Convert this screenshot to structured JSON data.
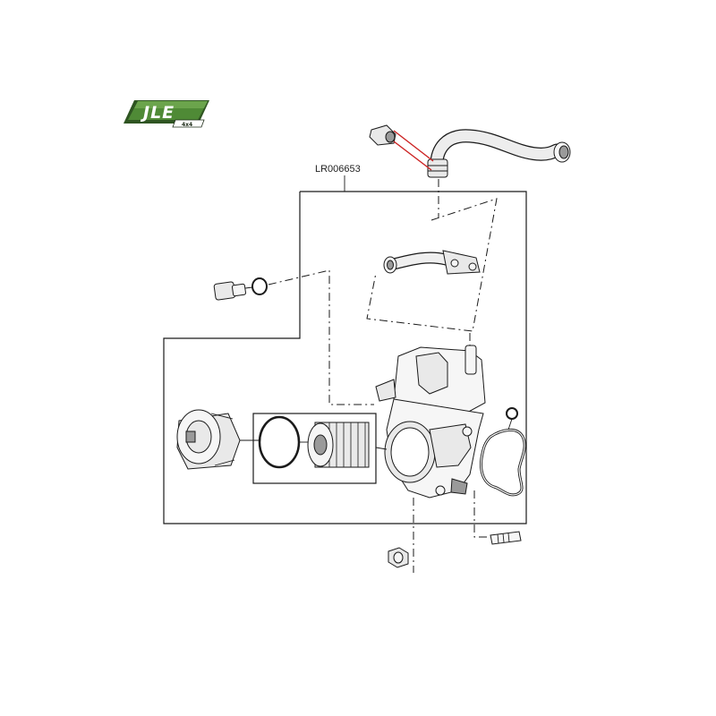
{
  "logo": {
    "text": "JLE",
    "subtext": "4x4",
    "green": "#3f6b2c"
  },
  "part_number": "LR006653",
  "highlight_color": "#cc2222"
}
